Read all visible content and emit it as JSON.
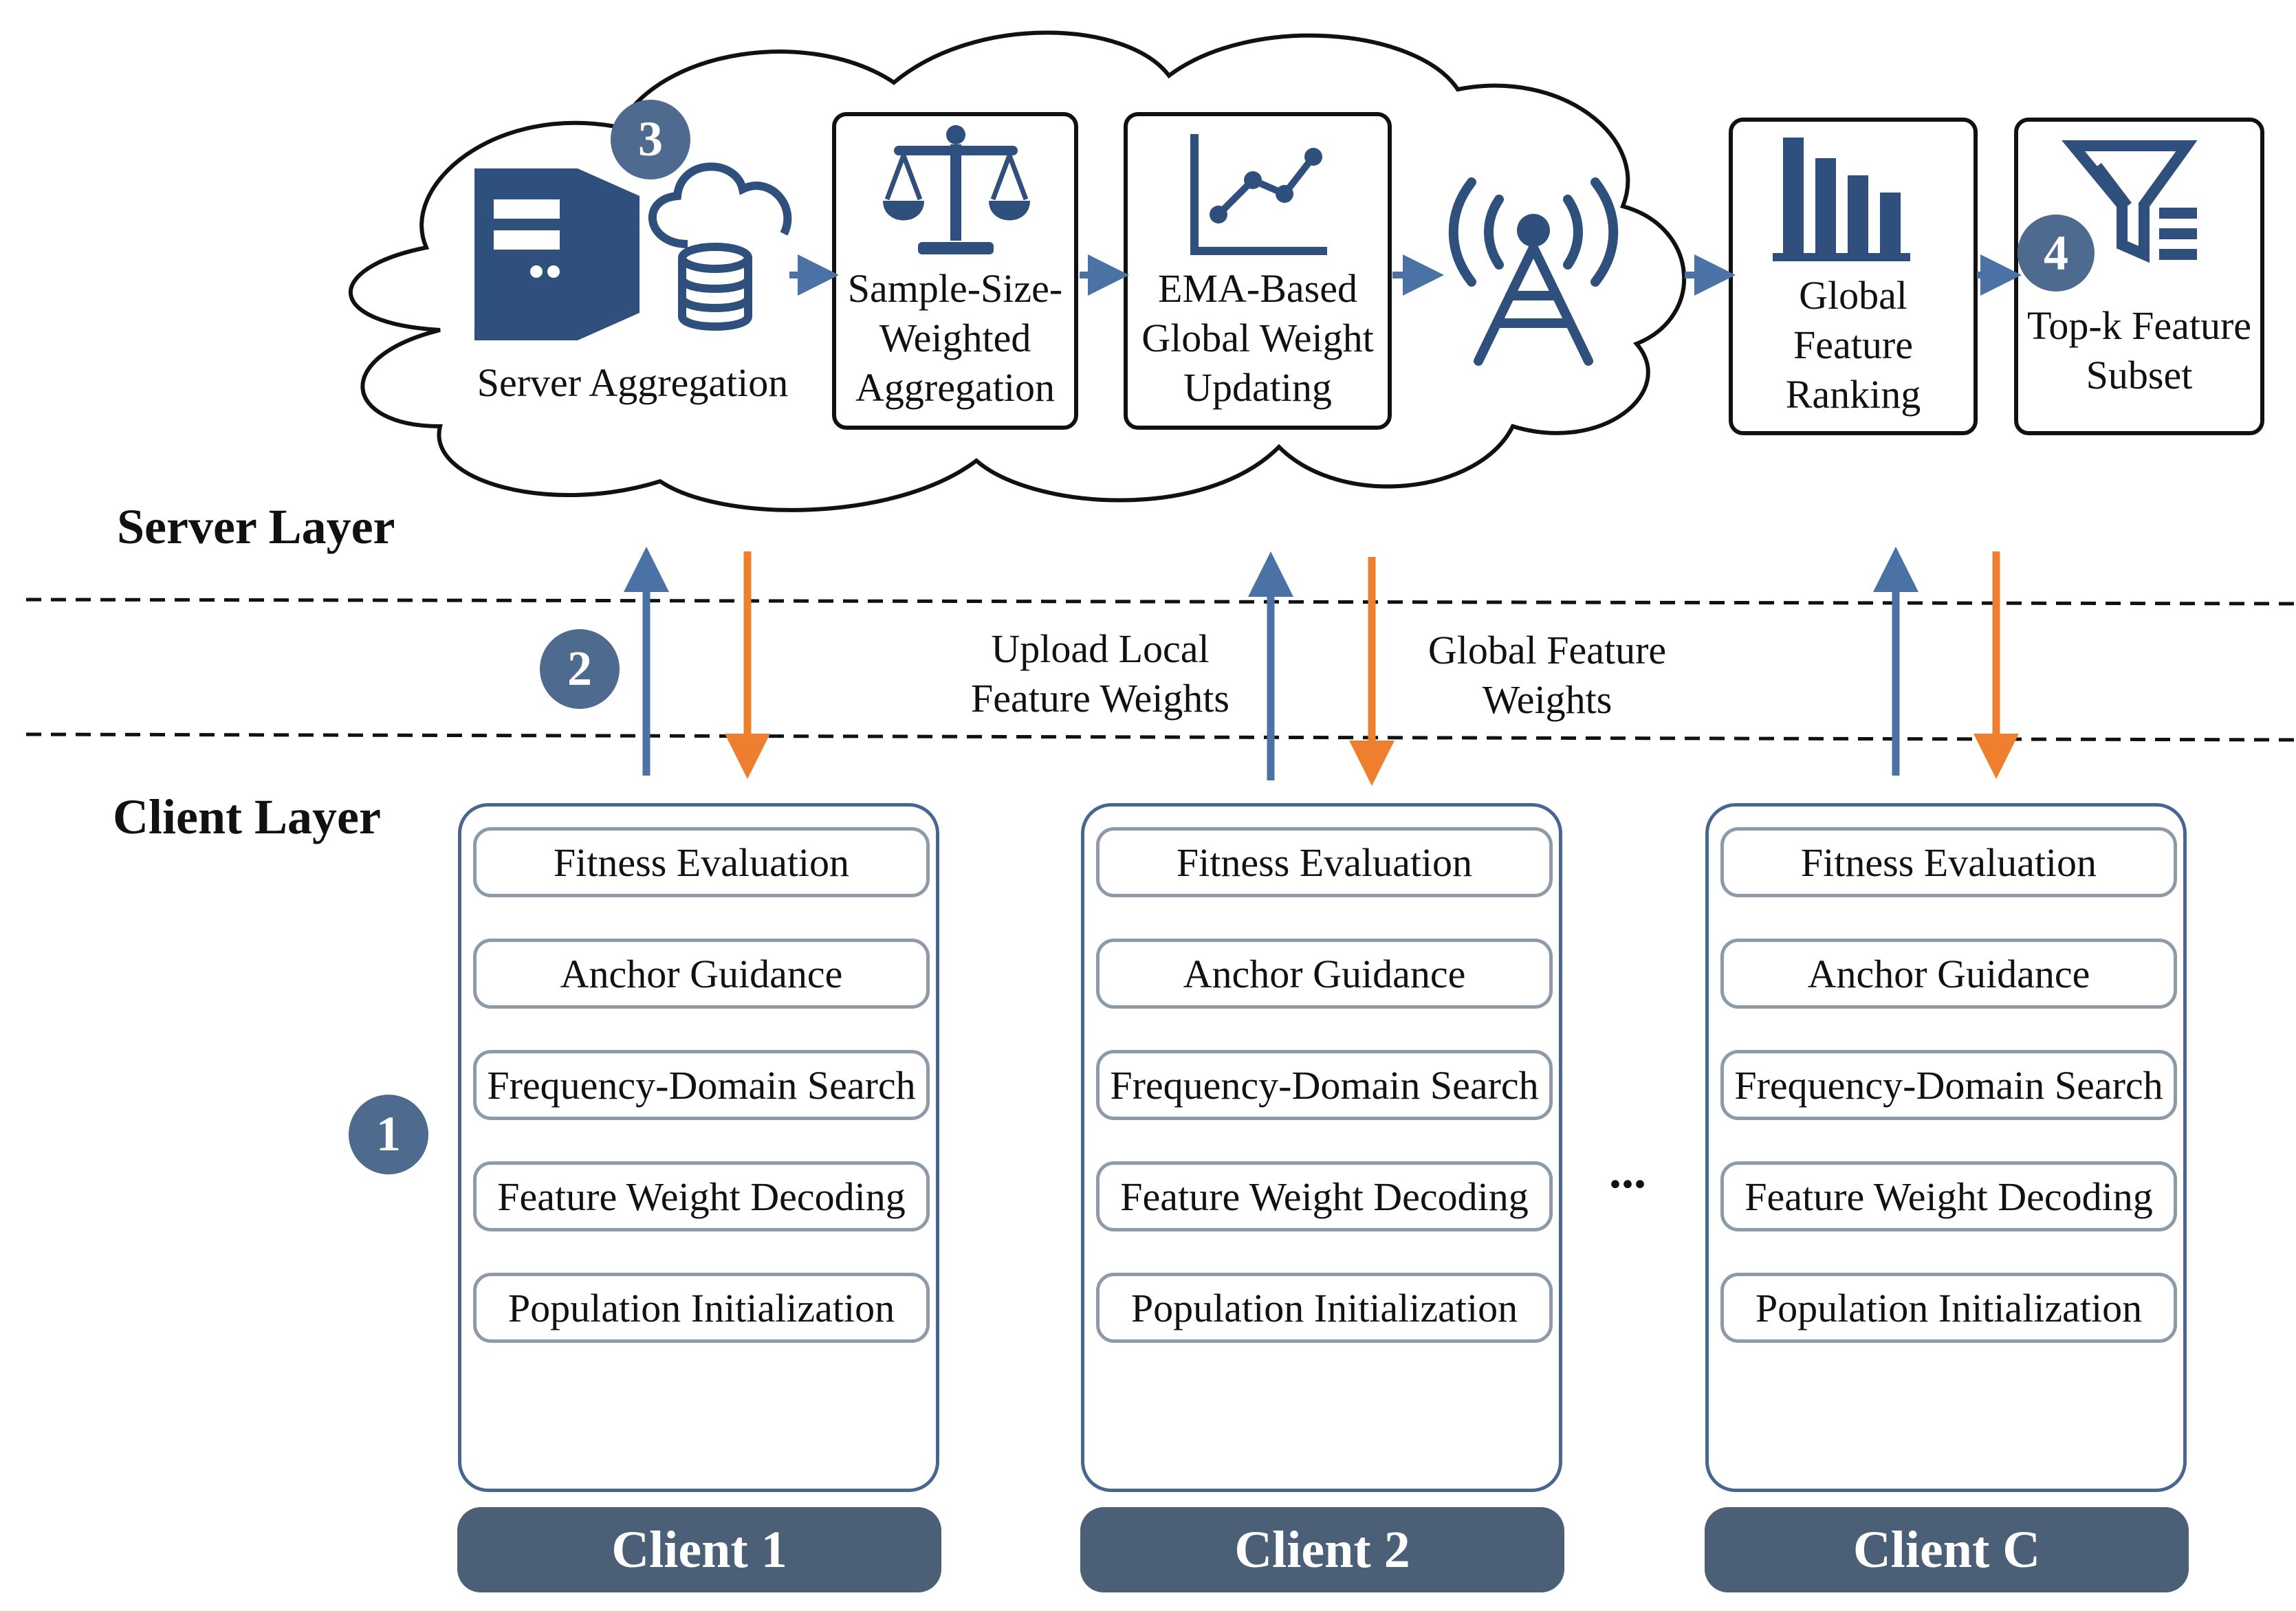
{
  "server": {
    "layer_label": "Server Layer",
    "aggregation_label": "Server Aggregation",
    "boxes": [
      {
        "label": "Sample-Size-Weighted Aggregation",
        "icon": "balance-scale-icon"
      },
      {
        "label": "EMA-Based Global Weight Updating",
        "icon": "line-chart-icon"
      },
      {
        "label": "Global Feature Ranking",
        "icon": "bar-chart-icon"
      },
      {
        "label": "Top-k Feature Subset",
        "icon": "filter-icon"
      }
    ],
    "antenna_icon": "antenna-tower-icon",
    "server_icon": "server-tower-icon",
    "cloud_db_icon": "cloud-database-icon"
  },
  "client_layer_label": "Client Layer",
  "exchange": {
    "upload_label": "Upload Local Feature Weights",
    "global_label": "Global Feature Weights"
  },
  "badges": [
    "1",
    "2",
    "3",
    "4"
  ],
  "steps": [
    "Fitness Evaluation",
    "Anchor Guidance",
    "Frequency-Domain Search",
    "Feature Weight Decoding",
    "Population Initialization"
  ],
  "clients": [
    {
      "name": "Client 1"
    },
    {
      "name": "Client 2"
    },
    {
      "name": "Client C"
    }
  ],
  "ellipsis": "...",
  "colors": {
    "blue": "#4a72a4",
    "dark_navy": "#2f4f7c",
    "orange": "#ee7f2e",
    "badge": "#4f6a8f",
    "tag": "#4b5f77"
  }
}
